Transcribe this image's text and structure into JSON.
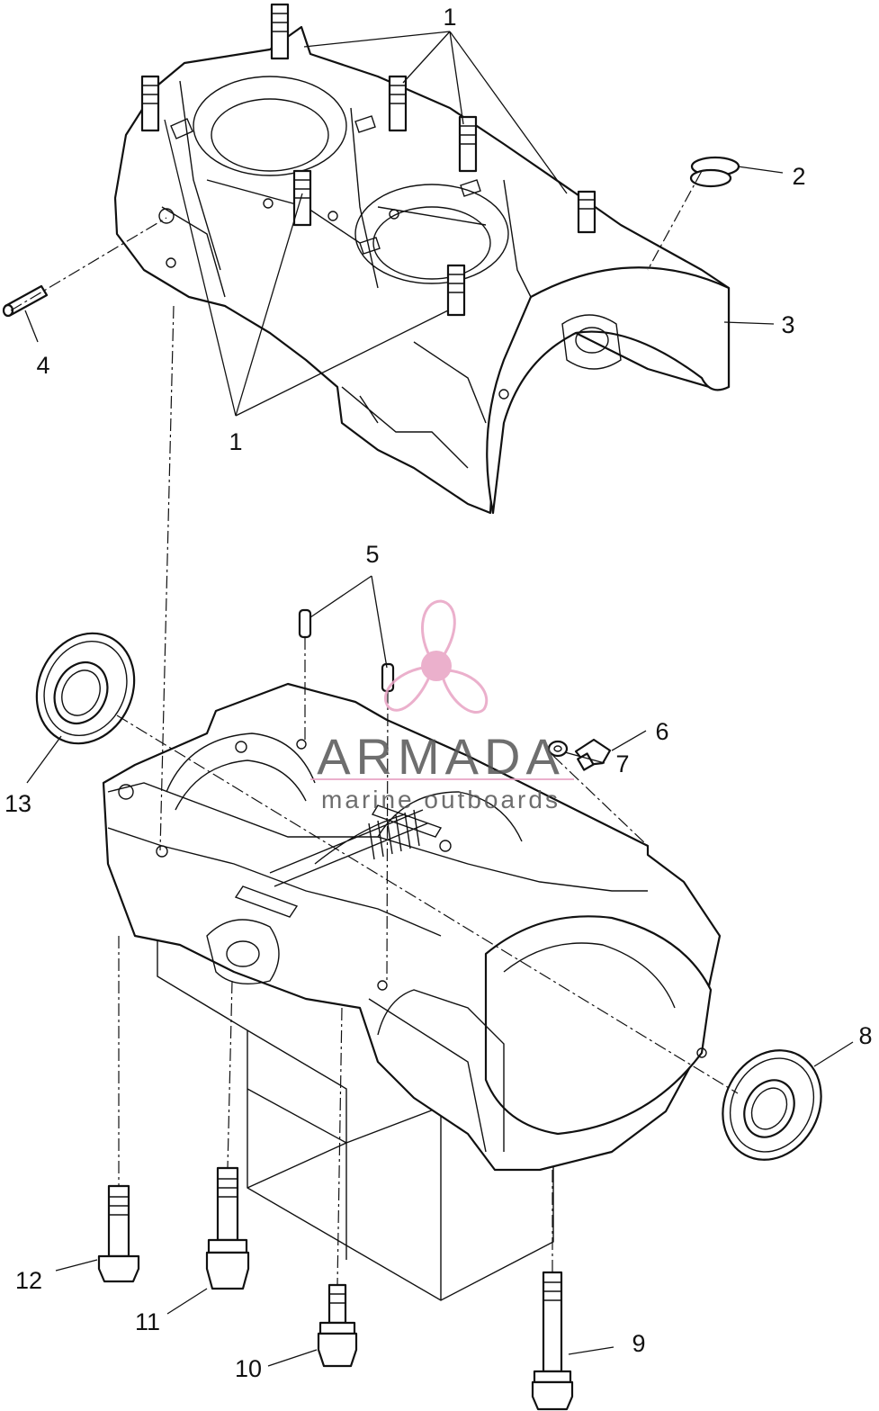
{
  "callouts": [
    "1",
    "1",
    "2",
    "3",
    "4",
    "5",
    "6",
    "7",
    "8",
    "9",
    "10",
    "11",
    "12",
    "13"
  ],
  "watermark": {
    "brand": "ARMADA",
    "tagline": "marine outboards",
    "logo_color": "#e8a3c4",
    "text_color": "#555555"
  }
}
